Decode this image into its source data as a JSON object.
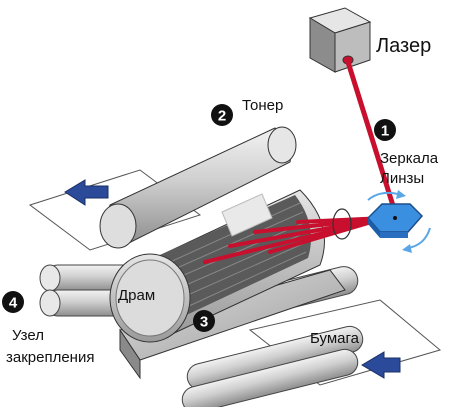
{
  "labels": {
    "laser": "Лазер",
    "toner": "Тонер",
    "mirrors_line1": "Зеркала",
    "mirrors_line2": "Линзы",
    "drum": "Драм",
    "fuser_line1": "Узел",
    "fuser_line2": "закрепления",
    "paper": "Бумага"
  },
  "steps": [
    "1",
    "2",
    "3",
    "4"
  ],
  "colors": {
    "laser_beam": "#c8102e",
    "arrow": "#2b4a9a",
    "mirror": "#3a8fe0",
    "roller": "#c9c9c9",
    "drum": "#d9d9d9",
    "step_badge": "#111111"
  },
  "icons": [
    "laser-box-icon",
    "rotation-arrow-icon",
    "paper-direction-arrow-icon",
    "output-direction-arrow-icon"
  ]
}
